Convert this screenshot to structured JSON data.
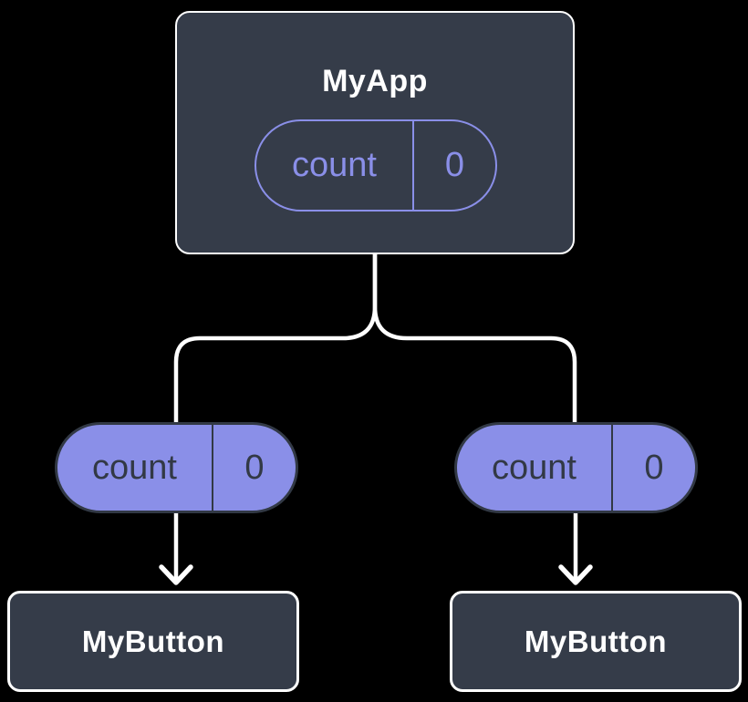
{
  "diagram": {
    "kind": "component-tree",
    "root_component": {
      "title": "MyApp",
      "state_pill": {
        "label": "count",
        "value": "0"
      }
    },
    "prop_pills": [
      {
        "label": "count",
        "value": "0"
      },
      {
        "label": "count",
        "value": "0"
      }
    ],
    "child_components": [
      {
        "title": "MyButton"
      },
      {
        "title": "MyButton"
      }
    ],
    "colors": {
      "background": "#000000",
      "box_fill": "#353C49",
      "box_border": "#FFFFFF",
      "box_text": "#FFFFFF",
      "accent_purple": "#8A8FE8",
      "pill_dark_text": "#323945",
      "connector": "#FFFFFF"
    }
  }
}
